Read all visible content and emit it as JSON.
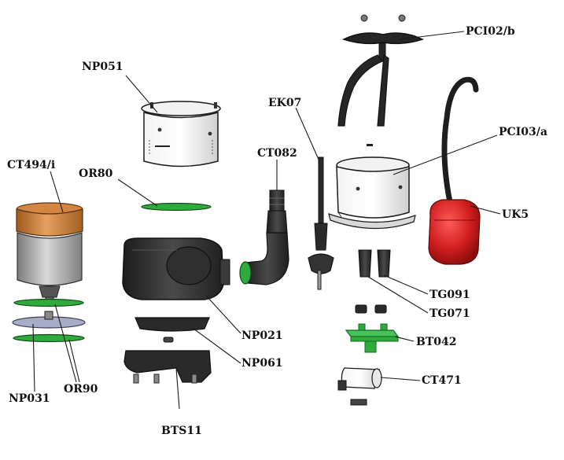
{
  "diagram": {
    "type": "exploded-parts-diagram",
    "parts": [
      {
        "id": "pci02b",
        "code": "PCI02/b",
        "depicts": "handle"
      },
      {
        "id": "np051",
        "code": "NP051",
        "depicts": "motor-housing"
      },
      {
        "id": "ek07",
        "code": "EK07",
        "depicts": "power-cable"
      },
      {
        "id": "ct082",
        "code": "CT082",
        "depicts": "outlet-elbow"
      },
      {
        "id": "pci03a",
        "code": "PCI03/a",
        "depicts": "upper-cover"
      },
      {
        "id": "ct494i",
        "code": "CT494/i",
        "depicts": "motor"
      },
      {
        "id": "or80",
        "code": "OR80",
        "depicts": "o-ring"
      },
      {
        "id": "uk5",
        "code": "UK5",
        "depicts": "float-switch"
      },
      {
        "id": "np021",
        "code": "NP021",
        "depicts": "pump-body"
      },
      {
        "id": "tg091",
        "code": "TG091",
        "depicts": "cable-gland"
      },
      {
        "id": "tg071",
        "code": "TG071",
        "depicts": "cable-gland"
      },
      {
        "id": "bt042",
        "code": "BT042",
        "depicts": "terminal-block"
      },
      {
        "id": "np061",
        "code": "NP061",
        "depicts": "impeller"
      },
      {
        "id": "ct471",
        "code": "CT471",
        "depicts": "capacitor"
      },
      {
        "id": "np031",
        "code": "NP031",
        "depicts": "seal-plate"
      },
      {
        "id": "or90",
        "code": "OR90",
        "depicts": "o-rings"
      },
      {
        "id": "bts11",
        "code": "BTS11",
        "depicts": "base"
      }
    ],
    "colors": {
      "outline": "#1a1a1a",
      "housing": "#e6e6e6",
      "dark_part": "#2a2a2a",
      "motor_top": "#c77a2e",
      "gasket_green": "#2faa3c",
      "float_red": "#d01e1e",
      "seal_plate": "#a7acc8"
    }
  }
}
